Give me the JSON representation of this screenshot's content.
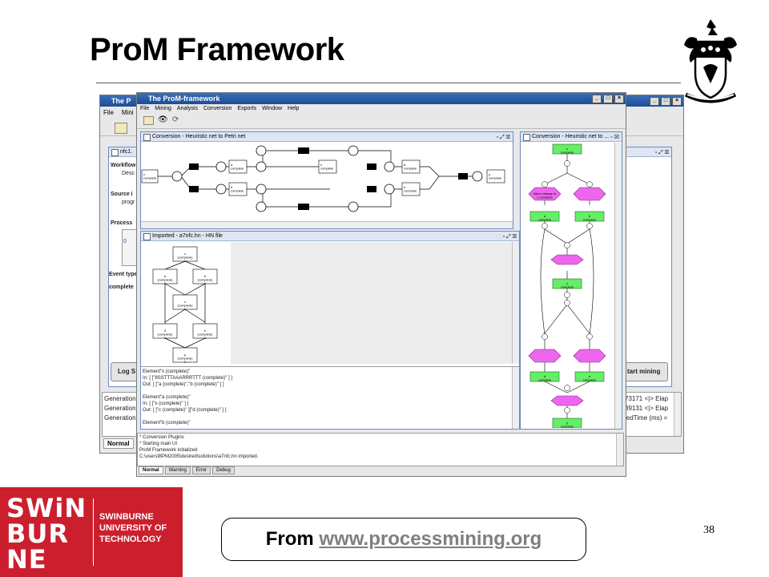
{
  "slide": {
    "title": "ProM Framework",
    "page_number": "38",
    "source_prefix": "From ",
    "source_link": "www.processmining.org"
  },
  "logo": {
    "wordmark_lines": [
      "SWiN",
      "BUR",
      "NE"
    ],
    "name_lines": [
      "SWINBURNE",
      "UNIVERSITY OF",
      "TECHNOLOGY"
    ],
    "color": "#cc1f2e"
  },
  "back_window": {
    "title": "The P",
    "menu": [
      "File",
      "Mini"
    ],
    "panel_title": "nfc1.",
    "labels": [
      "Workflow",
      "Desc",
      "Source i",
      "progr",
      "Process",
      "0",
      "Event type",
      "complete",
      "Log S"
    ],
    "start_button": "tart mining",
    "log_lines_left": [
      "Generation",
      "Generation",
      "Generation"
    ],
    "log_lines_right": [
      "73171 <|> Elap",
      "39131 <|> Elap",
      "ledTime (ms) ="
    ],
    "status_tab": "Normal"
  },
  "front_window": {
    "title": "The ProM-framework",
    "menu": [
      "File",
      "Mining",
      "Analysis",
      "Conversion",
      "Exports",
      "Window",
      "Help"
    ],
    "petri_panel_title": "Conversion - Heuristic net to Petri net",
    "hn_panel_title": "Imported - a7nfc.hn - HN file",
    "heuristic_panel_title": "Conversion - Heuristic net to ...",
    "hn_nodes": [
      {
        "label": "x\n(complete)\n1"
      },
      {
        "label": "a\n(complete)\n1"
      },
      {
        "label": "b\n(complete)\n1"
      },
      {
        "label": "c\n(complete)\n1"
      },
      {
        "label": "d\n(complete)\n1"
      },
      {
        "label": "e\n(complete)\n1"
      },
      {
        "label": "y\n(complete)\n1"
      }
    ],
    "hn_text": "Element\"x (complete)\"\nIn: [ [\"8SSTTTAAARRRTTT (complete)\" ] ]\nOut: [ [\"a (complete)\",\"b (complete)\" ] ]\n\nElement\"a (complete)\"\nIn: [ [\"x (complete)\" ] ]\nOut: [ [\"c (complete)\" ][\"d (complete)\" ] ]\n\nElement\"b (complete)\"",
    "message_lines": [
      "* Conversion Plugins",
      "* Starting main UI",
      "ProM Framework initialized",
      "C:\\users\\BPM2005\\desired\\solutions\\a7nfc.hn imported."
    ],
    "message_tabs": [
      "Normal",
      "Warning",
      "Error",
      "Debug"
    ]
  },
  "petri_labels": [
    "x\ncomplete",
    "a\ncomplete",
    "b\ncomplete",
    "c\ncomplete",
    "d\ncomplete",
    "e\ncomplete",
    "y\ncomplete"
  ],
  "heuristic_labels": {
    "green": [
      "x\ncomplete",
      "a\ncomplete",
      "b\ncomplete",
      "c\ncomplete",
      "d\ncomplete",
      "e\ncomplete",
      "y\ncomplete"
    ],
    "hex": "Value change to\nx complete"
  }
}
